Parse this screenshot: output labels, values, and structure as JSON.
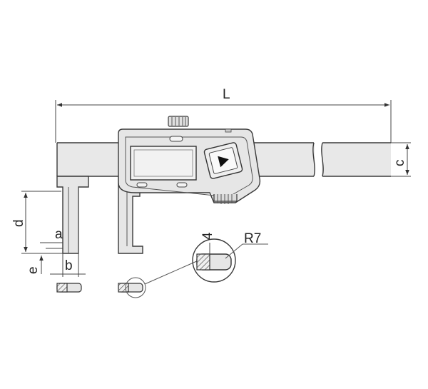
{
  "diagram": {
    "labels": {
      "L": "L",
      "c": "c",
      "d": "d",
      "a": "a",
      "e": "e",
      "b": "b",
      "four": "4",
      "r7": "R7"
    }
  }
}
